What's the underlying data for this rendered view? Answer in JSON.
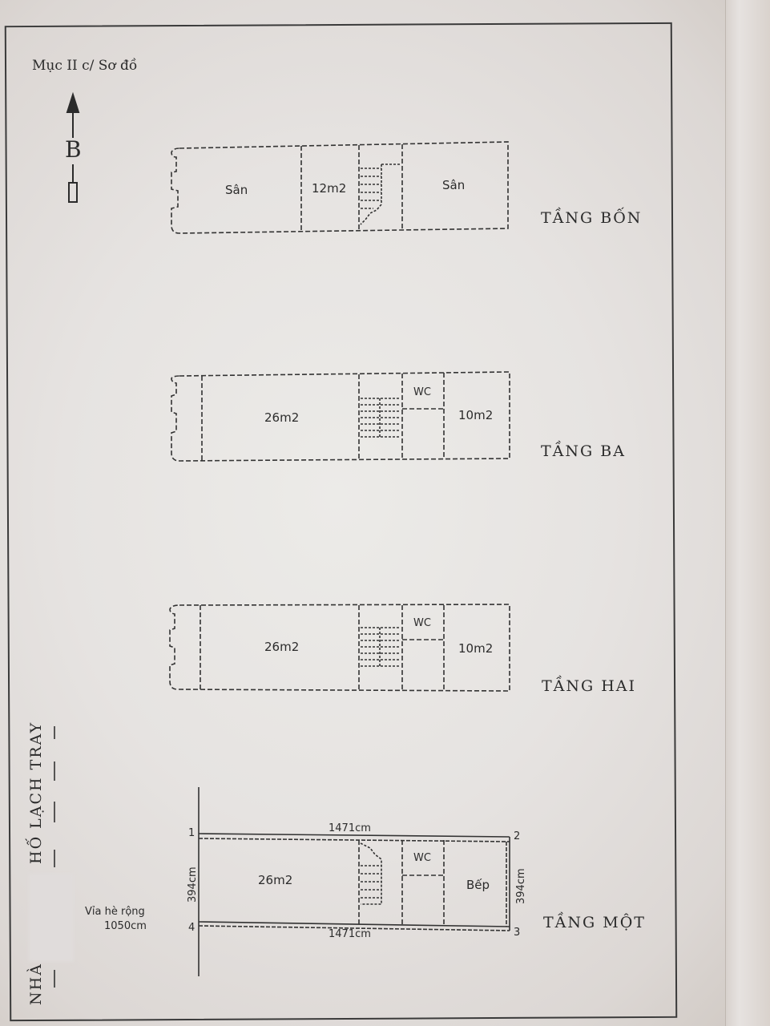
{
  "heading": "Mục II c/ Sơ đồ",
  "north_label": "B",
  "floors": {
    "four": {
      "label": "TẦNG BỐN",
      "rooms": [
        "Sân",
        "12m2",
        "Sân"
      ]
    },
    "three": {
      "label": "TẦNG BA",
      "rooms": [
        "26m2",
        "WC",
        "10m2"
      ]
    },
    "two": {
      "label": "TẦNG HAI",
      "rooms": [
        "26m2",
        "WC",
        "10m2"
      ]
    },
    "one": {
      "label": "TẦNG MỘT",
      "rooms": [
        "26m2",
        "WC",
        "Bếp"
      ]
    }
  },
  "dimensions": {
    "top_length": "1471cm",
    "bottom_length": "1471cm",
    "left_width": "394cm",
    "right_width": "394cm"
  },
  "corners": [
    "1",
    "2",
    "3",
    "4"
  ],
  "sidewalk": {
    "line1": "Vỉa hè rộng",
    "line2": "1050cm"
  },
  "street": {
    "prefix": "NHÀ",
    "name": "HỐ LẠCH TRAY"
  }
}
